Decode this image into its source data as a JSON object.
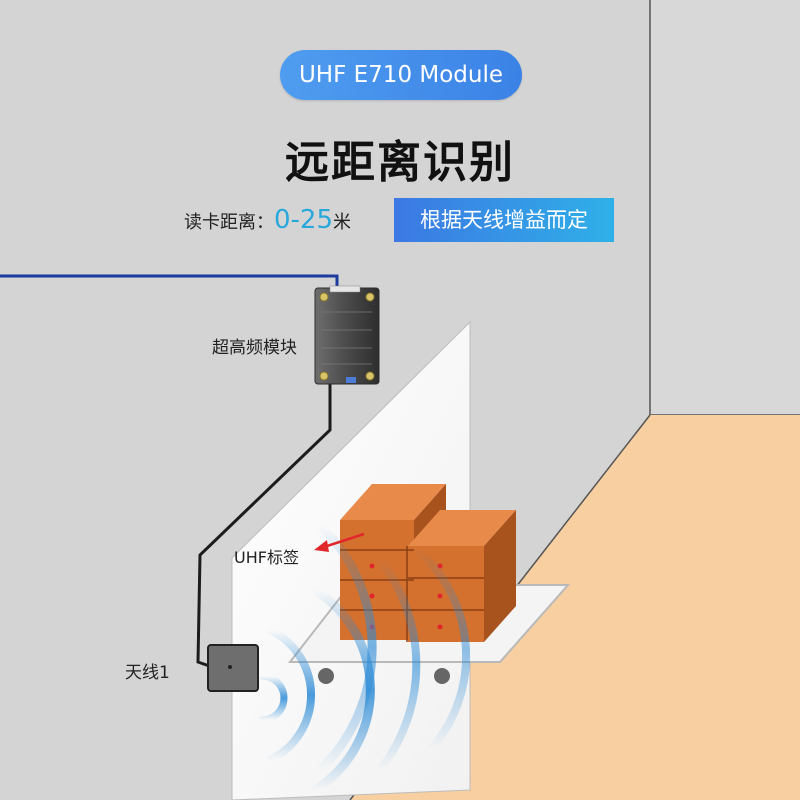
{
  "header": {
    "pill_text": "UHF E710 Module",
    "title": "远距离识别"
  },
  "range": {
    "label": "读卡距离：",
    "value": "0-25",
    "unit": "米"
  },
  "badge_text": "根据天线增益而定",
  "labels": {
    "module": "超高频模块",
    "tag": "UHF标签",
    "antenna": "天线1"
  },
  "colors": {
    "wall": "#d4d4d4",
    "floor": "#f7cfa0",
    "pill": "#4a96ee",
    "badge_start": "#3c78e3",
    "badge_end": "#2fb0e8",
    "cable": "#1d3a9e",
    "box": "#d4712f",
    "wave": "#2a8ad6"
  }
}
